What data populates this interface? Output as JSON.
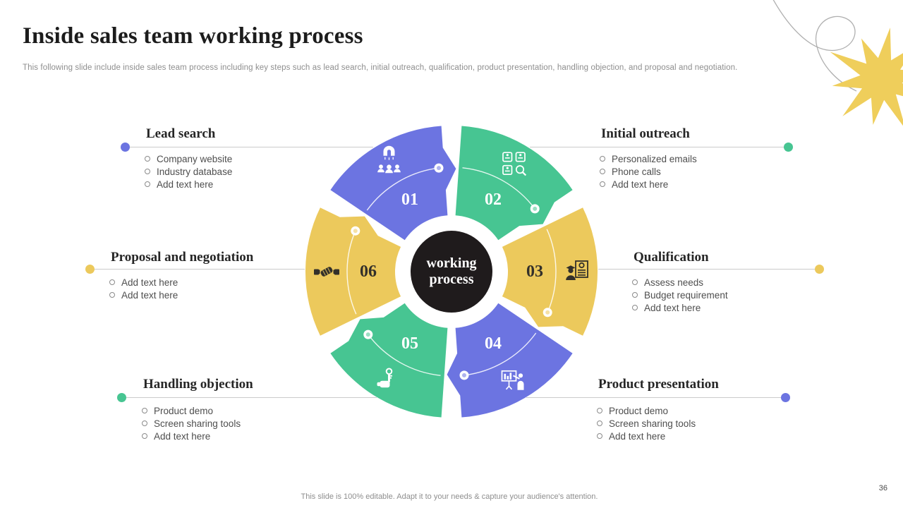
{
  "slide": {
    "title": "Inside sales team working process",
    "subtitle": "This following slide include inside sales team process including key steps such as lead search, initial outreach, qualification, product presentation, handling objection, and proposal and negotiation.",
    "footer": "This slide is 100% editable. Adapt it to your needs & capture your audience's attention.",
    "page_number": "36"
  },
  "center_label": {
    "line1": "working",
    "line2": "process"
  },
  "colors": {
    "purple": "#6C74E1",
    "green": "#47C592",
    "yellow": "#ECC95C",
    "center": "#1F1B1C",
    "line": "#CBCBCB",
    "star": "#EFCE5B",
    "swirl": "#9B9B9B"
  },
  "steps": [
    {
      "number": "01",
      "title": "Lead search",
      "icon": "magnet-audience-icon",
      "color_key": "purple",
      "bullets": [
        "Company website",
        "Industry database",
        "Add text here"
      ]
    },
    {
      "number": "02",
      "title": "Initial outreach",
      "icon": "outreach-channels-icon",
      "color_key": "green",
      "bullets": [
        "Personalized emails",
        "Phone calls",
        "Add text here"
      ]
    },
    {
      "number": "03",
      "title": "Qualification",
      "icon": "qualification-certificate-icon",
      "color_key": "yellow",
      "bullets": [
        "Assess needs",
        "Budget requirement",
        "Add text here"
      ]
    },
    {
      "number": "04",
      "title": "Product presentation",
      "icon": "presentation-board-icon",
      "color_key": "purple",
      "bullets": [
        "Product demo",
        "Screen sharing tools",
        "Add text here"
      ]
    },
    {
      "number": "05",
      "title": "Handling objection",
      "icon": "hand-key-icon",
      "color_key": "green",
      "bullets": [
        "Product demo",
        "Screen sharing tools",
        "Add text here"
      ]
    },
    {
      "number": "06",
      "title": "Proposal and negotiation",
      "icon": "handshake-icon",
      "color_key": "yellow",
      "bullets": [
        "Add text here",
        "Add text here"
      ]
    }
  ]
}
